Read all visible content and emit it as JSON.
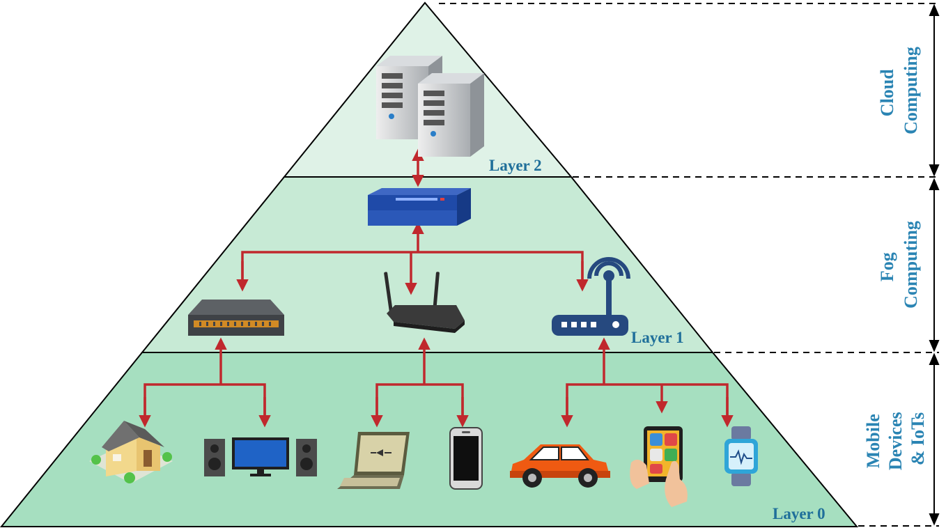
{
  "layers": [
    {
      "id": "layer-2",
      "label": "Layer 2"
    },
    {
      "id": "layer-1",
      "label": "Layer 1"
    },
    {
      "id": "layer-0",
      "label": "Layer 0"
    }
  ],
  "side_labels": {
    "cloud": [
      "Cloud",
      "Computing"
    ],
    "fog": [
      "Fog",
      "Computing"
    ],
    "mobile": [
      "Mobile",
      "Devices",
      "& IoTs"
    ]
  },
  "devices": {
    "layer2": [
      "server-icon",
      "server-icon"
    ],
    "layer1": [
      "network-switch-icon",
      "ethernet-switch-icon",
      "wifi-router-icon",
      "wireless-access-point-icon"
    ],
    "layer0": [
      "house-icon",
      "desktop-computer-icon",
      "laptop-icon",
      "smartphone-icon",
      "car-icon",
      "tablet-icon",
      "smartwatch-icon"
    ]
  },
  "colors": {
    "arrow": "#c0282d",
    "layer_fill_top": "#daf0e4",
    "layer_fill_mid": "#c8ead6",
    "layer_fill_bottom": "#a8dfc1",
    "label_blue": "#1f6f9a"
  }
}
